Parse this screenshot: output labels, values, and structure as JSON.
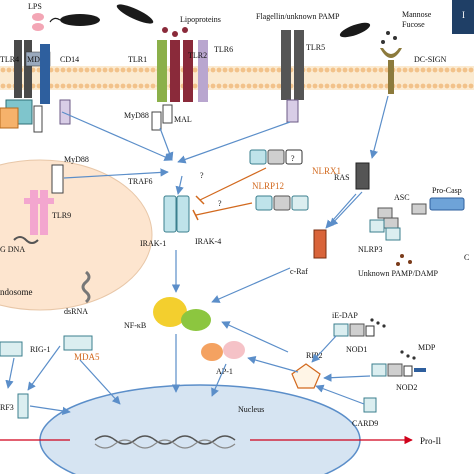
{
  "labels": {
    "lps": "LPS",
    "md2": "MD-2",
    "tlr4": "TLR4",
    "cd14": "CD14",
    "lipoproteins": "Lipoproteins",
    "tlr1": "TLR1",
    "tlr2": "TLR2",
    "tlr6": "TLR6",
    "flagellin": "Flagellin/unknown PAMP",
    "tlr5": "TLR5",
    "mannose": "Mannose",
    "fucose": "Fucose",
    "dcsign": "DC-SIGN",
    "myd88_top": "MyD88",
    "mal": "MAL",
    "myd88_endo": "MyD88",
    "tlr9": "TLR9",
    "gdna": "G DNA",
    "endosome": "ndosome",
    "traf6": "TRAF6",
    "nlrx1": "NLRX1",
    "nlrp12": "NLRP12",
    "q1": "?",
    "q2": "?",
    "q3": "?",
    "irak1": "IRAK-1",
    "irak4": "IRAK-4",
    "ras": "RAS",
    "asc": "ASC",
    "procasp": "Pro-Casp",
    "nlrp3": "NLRP3",
    "unknown_pamp": "Unknown PAMP/DAMP",
    "craf": "c-Raf",
    "c_edge": "C",
    "nfkb": "NF-κB",
    "dsrna": "dsRNA",
    "rig1": "RIG-1",
    "mda5": "MDA5",
    "iedap": "iE-DAP",
    "nod1": "NOD1",
    "mdp": "MDP",
    "nod2": "NOD2",
    "rip2": "RIP2",
    "ap1": "AP-1",
    "card9": "CARD9",
    "irf3": "RF3",
    "nucleus": "Nucleus",
    "prol": "Pro-Il"
  },
  "colors": {
    "tlr_dark": "#4a4a4a",
    "tlr_green": "#8bb04a",
    "tlr_maroon": "#8a2a3a",
    "tlr_lavender": "#b9a6cf",
    "cd14_blue": "#2e5f9e",
    "tlr9_pink": "#f3a6cf",
    "teal_box": "#7fc5cc",
    "gray_box": "#a6a6a6",
    "nfkb_yellow": "#f3cf2e",
    "nfkb_green": "#8cc63f",
    "ap1_orange": "#f4a261",
    "ap1_pink": "#f5c2c7",
    "nucleus_fill": "#d6e4f2",
    "endosome_fill": "#fde5cf",
    "nlr_orange": "#d2691e",
    "arrow_blue": "#5b8ec9",
    "membrane_orange": "#f2c28a",
    "dcsign_olive": "#8c7a3c",
    "dots_brown": "#7a3b1a"
  }
}
